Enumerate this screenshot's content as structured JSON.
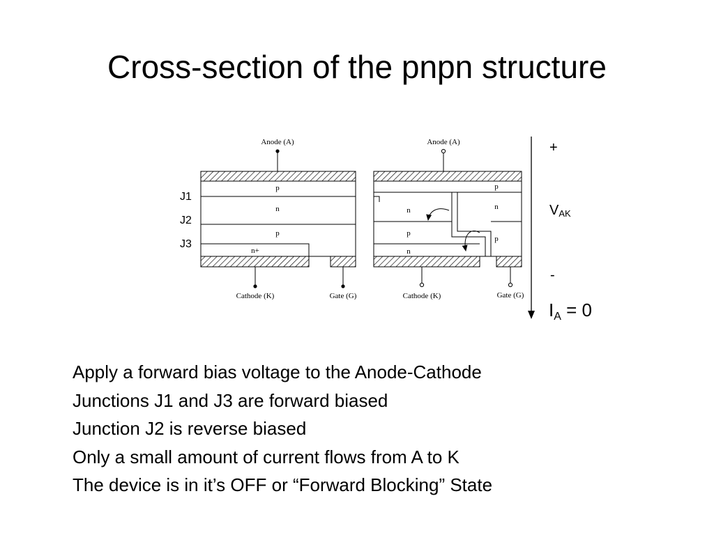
{
  "slide": {
    "title": "Cross-section of the pnpn structure"
  },
  "figure": {
    "left": {
      "anode_label": "Anode (A)",
      "cathode_label": "Cathode (K)",
      "gate_label": "Gate (G)",
      "layers": {
        "p1": "p",
        "n1": "n",
        "p2": "p",
        "n2": "n+"
      }
    },
    "right": {
      "anode_label": "Anode (A)",
      "cathode_label": "Cathode (K)",
      "gate_label": "Gate (G)",
      "layers_left": {
        "p1": "p",
        "n1": "n",
        "p2": "p",
        "n2": "n"
      },
      "layers_right": {
        "p1": "p",
        "n1": "n",
        "p2": "p"
      }
    },
    "junctions": [
      "J1",
      "J2",
      "J3"
    ],
    "voltage": {
      "plus": "+",
      "minus": "-",
      "symbol": "V",
      "subscript": "AK"
    },
    "current": {
      "symbol": "I",
      "subscript": "A",
      "value": "= 0"
    }
  },
  "bullets": [
    "Apply a forward bias voltage to the Anode-Cathode",
    "Junctions J1 and J3 are forward biased",
    "Junction J2 is reverse biased",
    "Only a small amount of current flows from A to K",
    "The device is in it’s OFF or “Forward Blocking” State"
  ],
  "colors": {
    "ink": "#000000",
    "background": "#ffffff"
  }
}
